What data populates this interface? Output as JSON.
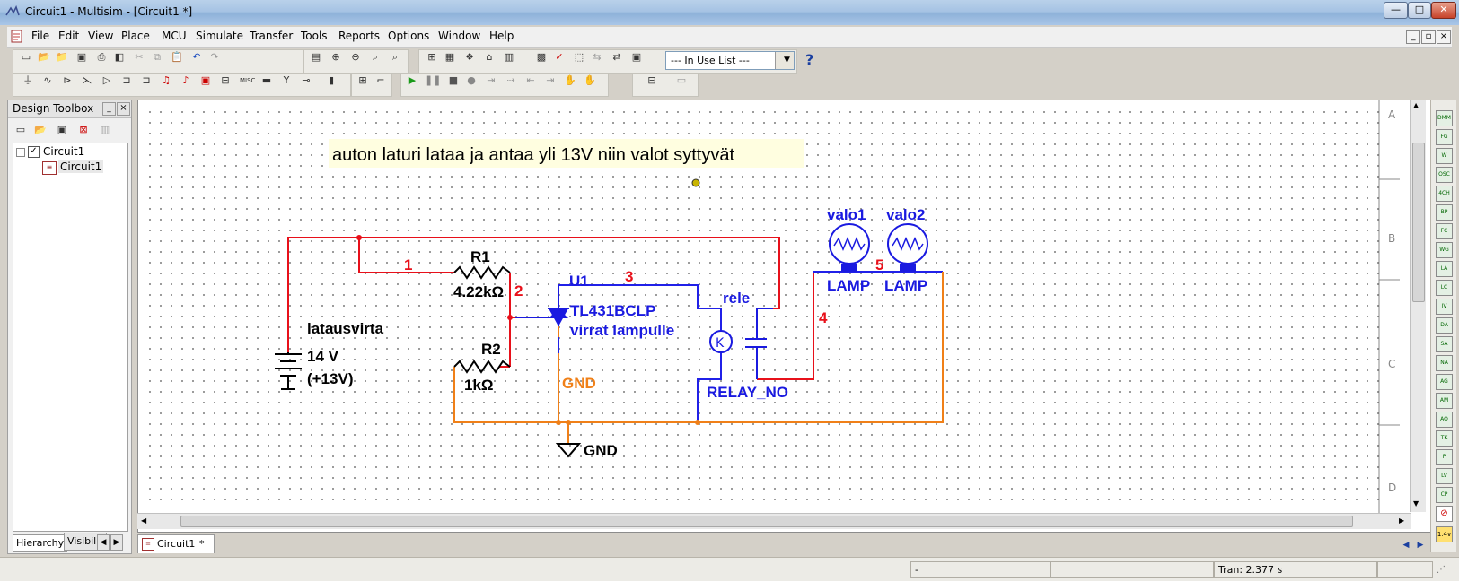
{
  "window": {
    "title": "Circuit1 - Multisim - [Circuit1 *]",
    "minimize": "—",
    "maximize": "□",
    "close": "✕"
  },
  "menubar": {
    "items": [
      "File",
      "Edit",
      "View",
      "Place",
      "MCU",
      "Simulate",
      "Transfer",
      "Tools",
      "Reports",
      "Options",
      "Window",
      "Help"
    ],
    "mdi": [
      "_",
      "▫",
      "×"
    ]
  },
  "toolbar": {
    "in_use_list": "--- In Use List ---",
    "help": "?"
  },
  "toolbox": {
    "title": "Design Toolbox",
    "tree_root": "Circuit1",
    "tree_child": "Circuit1",
    "tabs": [
      "Hierarchy",
      "Visibilit"
    ]
  },
  "canvas": {
    "note": "auton laturi lataa ja antaa yli 13V niin valot syttyvät",
    "border_letters": [
      "A",
      "B",
      "C",
      "D"
    ],
    "components": {
      "r1_ref": "R1",
      "r1_value": "4.22kΩ",
      "r2_ref": "R2",
      "r2_value": "1kΩ",
      "u1_ref": "U1",
      "u1_part": "TL431BCLP",
      "u1_label": "virrat lampulle",
      "battery_label": "latausvirta",
      "battery_value": "14 V",
      "battery_note": "(+13V)",
      "relay_ref": "rele",
      "relay_part": "RELAY_NO",
      "relay_coil": "K",
      "lamp1_ref": "valo1",
      "lamp1_part": "LAMP",
      "lamp2_ref": "valo2",
      "lamp2_part": "LAMP",
      "gnd_net": "GND",
      "gnd_symbol": "GND"
    },
    "nets": {
      "n1": "1",
      "n2": "2",
      "n3": "3",
      "n4": "4",
      "n5": "5"
    },
    "colors": {
      "wire_red": "#e8101a",
      "wire_orange": "#f08018",
      "wire_blue": "#2020e8",
      "text_red": "#e8101a",
      "text_blue": "#1a1ae0",
      "note_bg": "#fffee0"
    }
  },
  "doc_tab": {
    "label": "Circuit1",
    "modified": "*"
  },
  "status": {
    "field1": "-",
    "field2": "",
    "sim": "Tran: 2.377 s"
  }
}
